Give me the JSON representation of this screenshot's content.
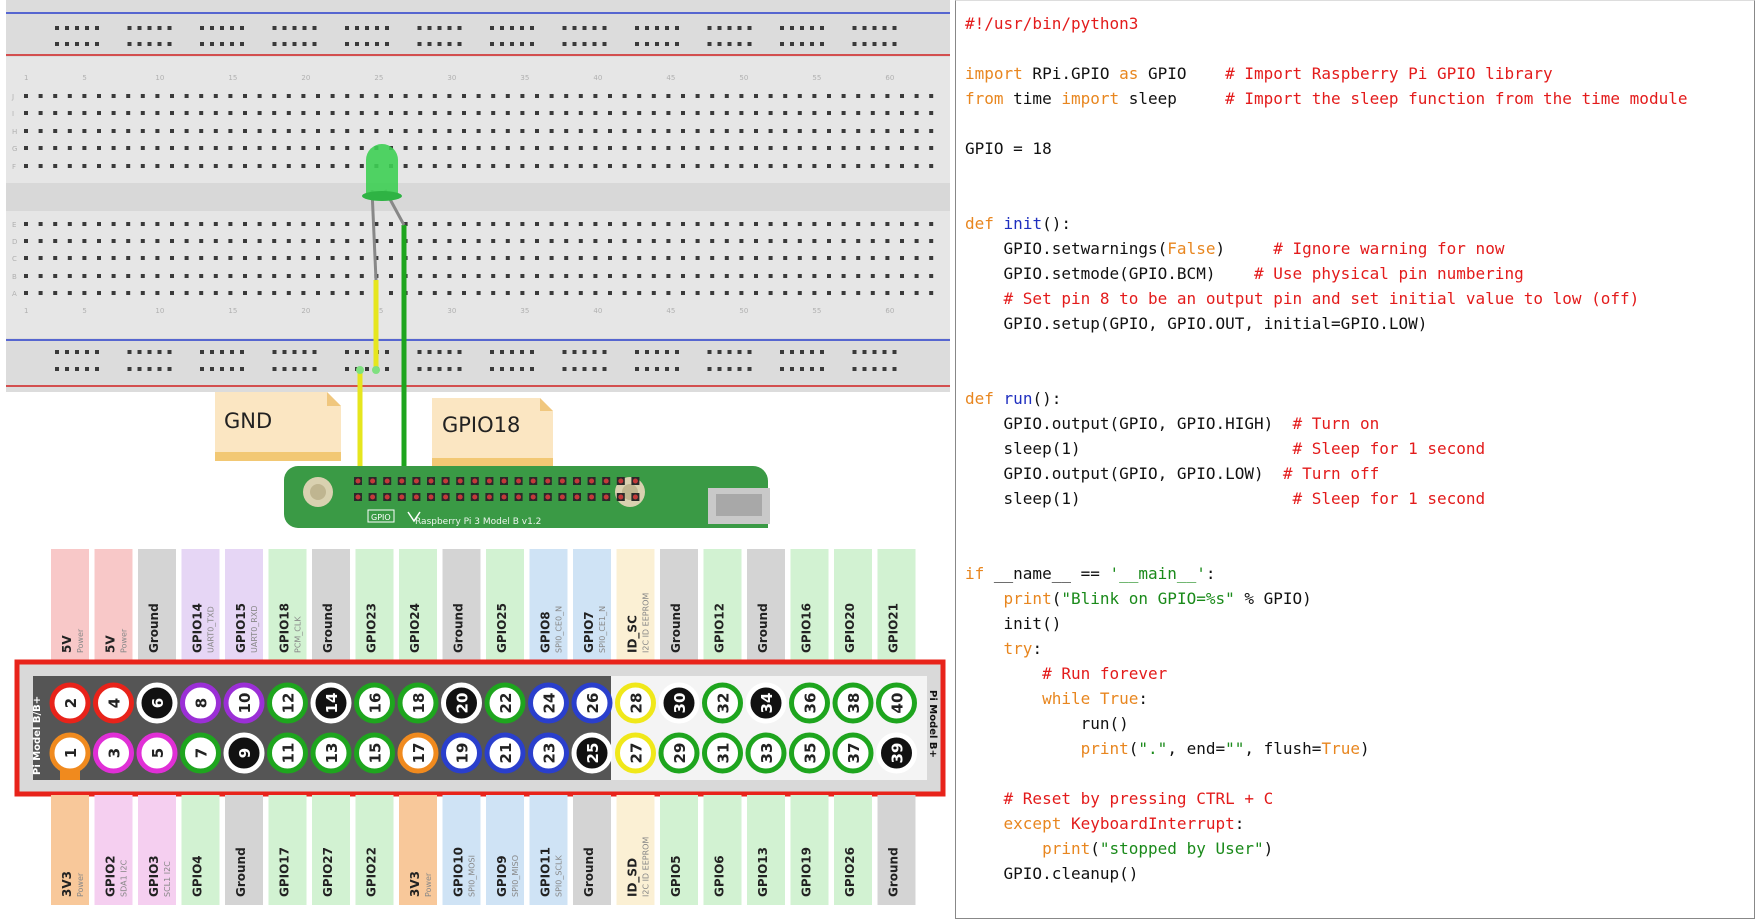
{
  "notes": {
    "gnd": "GND",
    "gpio18": "GPIO18"
  },
  "board": {
    "gpio_tag": "GPIO",
    "model": "Raspberry Pi 3 Model B v1.2"
  },
  "breadboard": {
    "column_numbers": [
      "1",
      "5",
      "10",
      "15",
      "20",
      "25",
      "30",
      "35",
      "40",
      "45",
      "50",
      "55",
      "60"
    ],
    "row_letters_top": [
      "J",
      "I",
      "H",
      "G",
      "F"
    ],
    "row_letters_bottom": [
      "E",
      "D",
      "C",
      "B",
      "A"
    ]
  },
  "header": {
    "left_label": "Pi Model B/B+",
    "right_label": "Pi Model B+",
    "top_row": [
      {
        "num": "2",
        "ring": "#e8231a",
        "fill": "#ffffff",
        "text": "#222"
      },
      {
        "num": "4",
        "ring": "#e8231a",
        "fill": "#ffffff",
        "text": "#222"
      },
      {
        "num": "6",
        "ring": "#ffffff",
        "fill": "#111111",
        "text": "#ffffff"
      },
      {
        "num": "8",
        "ring": "#9b2fd6",
        "fill": "#ffffff",
        "text": "#222"
      },
      {
        "num": "10",
        "ring": "#9b2fd6",
        "fill": "#ffffff",
        "text": "#222"
      },
      {
        "num": "12",
        "ring": "#1ea51e",
        "fill": "#ffffff",
        "text": "#222"
      },
      {
        "num": "14",
        "ring": "#ffffff",
        "fill": "#111111",
        "text": "#ffffff"
      },
      {
        "num": "16",
        "ring": "#1ea51e",
        "fill": "#ffffff",
        "text": "#222"
      },
      {
        "num": "18",
        "ring": "#1ea51e",
        "fill": "#ffffff",
        "text": "#222"
      },
      {
        "num": "20",
        "ring": "#ffffff",
        "fill": "#111111",
        "text": "#ffffff"
      },
      {
        "num": "22",
        "ring": "#1ea51e",
        "fill": "#ffffff",
        "text": "#222"
      },
      {
        "num": "24",
        "ring": "#2a3fcc",
        "fill": "#ffffff",
        "text": "#222"
      },
      {
        "num": "26",
        "ring": "#2a3fcc",
        "fill": "#ffffff",
        "text": "#222"
      },
      {
        "num": "28",
        "ring": "#f0e81a",
        "fill": "#ffffff",
        "text": "#222"
      },
      {
        "num": "30",
        "ring": "#ffffff",
        "fill": "#111111",
        "text": "#ffffff"
      },
      {
        "num": "32",
        "ring": "#1ea51e",
        "fill": "#ffffff",
        "text": "#222"
      },
      {
        "num": "34",
        "ring": "#ffffff",
        "fill": "#111111",
        "text": "#ffffff"
      },
      {
        "num": "36",
        "ring": "#1ea51e",
        "fill": "#ffffff",
        "text": "#222"
      },
      {
        "num": "38",
        "ring": "#1ea51e",
        "fill": "#ffffff",
        "text": "#222"
      },
      {
        "num": "40",
        "ring": "#1ea51e",
        "fill": "#ffffff",
        "text": "#222"
      }
    ],
    "bottom_row": [
      {
        "num": "1",
        "ring": "#f08a1e",
        "fill": "#ffffff",
        "text": "#222"
      },
      {
        "num": "3",
        "ring": "#e02fd6",
        "fill": "#ffffff",
        "text": "#222"
      },
      {
        "num": "5",
        "ring": "#e02fd6",
        "fill": "#ffffff",
        "text": "#222"
      },
      {
        "num": "7",
        "ring": "#1ea51e",
        "fill": "#ffffff",
        "text": "#222"
      },
      {
        "num": "9",
        "ring": "#ffffff",
        "fill": "#111111",
        "text": "#ffffff"
      },
      {
        "num": "11",
        "ring": "#1ea51e",
        "fill": "#ffffff",
        "text": "#222"
      },
      {
        "num": "13",
        "ring": "#1ea51e",
        "fill": "#ffffff",
        "text": "#222"
      },
      {
        "num": "15",
        "ring": "#1ea51e",
        "fill": "#ffffff",
        "text": "#222"
      },
      {
        "num": "17",
        "ring": "#f08a1e",
        "fill": "#ffffff",
        "text": "#222"
      },
      {
        "num": "19",
        "ring": "#2a3fcc",
        "fill": "#ffffff",
        "text": "#222"
      },
      {
        "num": "21",
        "ring": "#2a3fcc",
        "fill": "#ffffff",
        "text": "#222"
      },
      {
        "num": "23",
        "ring": "#2a3fcc",
        "fill": "#ffffff",
        "text": "#222"
      },
      {
        "num": "25",
        "ring": "#ffffff",
        "fill": "#111111",
        "text": "#ffffff"
      },
      {
        "num": "27",
        "ring": "#f0e81a",
        "fill": "#ffffff",
        "text": "#222"
      },
      {
        "num": "29",
        "ring": "#1ea51e",
        "fill": "#ffffff",
        "text": "#222"
      },
      {
        "num": "31",
        "ring": "#1ea51e",
        "fill": "#ffffff",
        "text": "#222"
      },
      {
        "num": "33",
        "ring": "#1ea51e",
        "fill": "#ffffff",
        "text": "#222"
      },
      {
        "num": "35",
        "ring": "#1ea51e",
        "fill": "#ffffff",
        "text": "#222"
      },
      {
        "num": "37",
        "ring": "#1ea51e",
        "fill": "#ffffff",
        "text": "#222"
      },
      {
        "num": "39",
        "ring": "#ffffff",
        "fill": "#111111",
        "text": "#ffffff"
      }
    ],
    "top_labels": [
      {
        "name": "5V",
        "sub": "Power",
        "bg": "#f8c8c8"
      },
      {
        "name": "5V",
        "sub": "Power",
        "bg": "#f8c8c8"
      },
      {
        "name": "Ground",
        "sub": "",
        "bg": "#d4d4d4"
      },
      {
        "name": "GPIO14",
        "sub": "UART0_TXD",
        "bg": "#e6d6f5"
      },
      {
        "name": "GPIO15",
        "sub": "UART0_RXD",
        "bg": "#e6d6f5"
      },
      {
        "name": "GPIO18",
        "sub": "PCM_CLK",
        "bg": "#d2f2d2"
      },
      {
        "name": "Ground",
        "sub": "",
        "bg": "#d4d4d4"
      },
      {
        "name": "GPIO23",
        "sub": "",
        "bg": "#d2f2d2"
      },
      {
        "name": "GPIO24",
        "sub": "",
        "bg": "#d2f2d2"
      },
      {
        "name": "Ground",
        "sub": "",
        "bg": "#d4d4d4"
      },
      {
        "name": "GPIO25",
        "sub": "",
        "bg": "#d2f2d2"
      },
      {
        "name": "GPIO8",
        "sub": "SPI0_CE0_N",
        "bg": "#cfe3f5"
      },
      {
        "name": "GPIO7",
        "sub": "SPI0_CE1_N",
        "bg": "#cfe3f5"
      },
      {
        "name": "ID_SC",
        "sub": "I2C ID EEPROM",
        "bg": "#fbf0d4"
      },
      {
        "name": "Ground",
        "sub": "",
        "bg": "#d4d4d4"
      },
      {
        "name": "GPIO12",
        "sub": "",
        "bg": "#d2f2d2"
      },
      {
        "name": "Ground",
        "sub": "",
        "bg": "#d4d4d4"
      },
      {
        "name": "GPIO16",
        "sub": "",
        "bg": "#d2f2d2"
      },
      {
        "name": "GPIO20",
        "sub": "",
        "bg": "#d2f2d2"
      },
      {
        "name": "GPIO21",
        "sub": "",
        "bg": "#d2f2d2"
      }
    ],
    "bottom_labels": [
      {
        "name": "3V3",
        "sub": "Power",
        "bg": "#f8c89a"
      },
      {
        "name": "GPIO2",
        "sub": "SDA1 I2C",
        "bg": "#f5cff0"
      },
      {
        "name": "GPIO3",
        "sub": "SCL1 I2C",
        "bg": "#f5cff0"
      },
      {
        "name": "GPIO4",
        "sub": "",
        "bg": "#d2f2d2"
      },
      {
        "name": "Ground",
        "sub": "",
        "bg": "#d4d4d4"
      },
      {
        "name": "GPIO17",
        "sub": "",
        "bg": "#d2f2d2"
      },
      {
        "name": "GPIO27",
        "sub": "",
        "bg": "#d2f2d2"
      },
      {
        "name": "GPIO22",
        "sub": "",
        "bg": "#d2f2d2"
      },
      {
        "name": "3V3",
        "sub": "Power",
        "bg": "#f8c89a"
      },
      {
        "name": "GPIO10",
        "sub": "SPI0_MOSI",
        "bg": "#cfe3f5"
      },
      {
        "name": "GPIO9",
        "sub": "SPI0_MISO",
        "bg": "#cfe3f5"
      },
      {
        "name": "GPIO11",
        "sub": "SPI0_SCLK",
        "bg": "#cfe3f5"
      },
      {
        "name": "Ground",
        "sub": "",
        "bg": "#d4d4d4"
      },
      {
        "name": "ID_SD",
        "sub": "I2C ID EEPROM",
        "bg": "#fbf0d4"
      },
      {
        "name": "GPIO5",
        "sub": "",
        "bg": "#d2f2d2"
      },
      {
        "name": "GPIO6",
        "sub": "",
        "bg": "#d2f2d2"
      },
      {
        "name": "GPIO13",
        "sub": "",
        "bg": "#d2f2d2"
      },
      {
        "name": "GPIO19",
        "sub": "",
        "bg": "#d2f2d2"
      },
      {
        "name": "GPIO26",
        "sub": "",
        "bg": "#d2f2d2"
      },
      {
        "name": "Ground",
        "sub": "",
        "bg": "#d4d4d4"
      }
    ]
  },
  "code": {
    "lines": [
      [
        [
          "#!/usr/bin/python3",
          "c"
        ]
      ],
      [],
      [
        [
          "import",
          "k"
        ],
        [
          " RPi.GPIO ",
          ""
        ],
        [
          "as",
          "k"
        ],
        [
          " GPIO    ",
          ""
        ],
        [
          "# Import Raspberry Pi GPIO library",
          "c"
        ]
      ],
      [
        [
          "from",
          "k"
        ],
        [
          " time ",
          ""
        ],
        [
          "import",
          "k"
        ],
        [
          " sleep     ",
          ""
        ],
        [
          "# Import the sleep function from the time module",
          "c"
        ]
      ],
      [],
      [
        [
          "GPIO = 18",
          ""
        ]
      ],
      [],
      [],
      [
        [
          "def",
          "k"
        ],
        [
          " ",
          ""
        ],
        [
          "init",
          "f"
        ],
        [
          "():",
          ""
        ]
      ],
      [
        [
          "    GPIO.setwarnings(",
          ""
        ],
        [
          "False",
          "k"
        ],
        [
          ")     ",
          ""
        ],
        [
          "# Ignore warning for now",
          "c"
        ]
      ],
      [
        [
          "    GPIO.setmode(GPIO.BCM)    ",
          ""
        ],
        [
          "# Use physical pin numbering",
          "c"
        ]
      ],
      [
        [
          "    ",
          ""
        ],
        [
          "# Set pin 8 to be an output pin and set initial value to low (off)",
          "c"
        ]
      ],
      [
        [
          "    GPIO.setup(GPIO, GPIO.OUT, initial=GPIO.LOW)",
          ""
        ]
      ],
      [],
      [],
      [
        [
          "def",
          "k"
        ],
        [
          " ",
          ""
        ],
        [
          "run",
          "f"
        ],
        [
          "():",
          ""
        ]
      ],
      [
        [
          "    GPIO.output(GPIO, GPIO.HIGH)  ",
          ""
        ],
        [
          "# Turn on",
          "c"
        ]
      ],
      [
        [
          "    sleep(1)                      ",
          ""
        ],
        [
          "# Sleep for 1 second",
          "c"
        ]
      ],
      [
        [
          "    GPIO.output(GPIO, GPIO.LOW)  ",
          ""
        ],
        [
          "# Turn off",
          "c"
        ]
      ],
      [
        [
          "    sleep(1)                      ",
          ""
        ],
        [
          "# Sleep for 1 second",
          "c"
        ]
      ],
      [],
      [],
      [
        [
          "if",
          "k"
        ],
        [
          " __name__ == ",
          ""
        ],
        [
          "'__main__'",
          "s"
        ],
        [
          ":",
          ""
        ]
      ],
      [
        [
          "    ",
          ""
        ],
        [
          "print",
          "k"
        ],
        [
          "(",
          ""
        ],
        [
          "\"Blink on GPIO=%s\"",
          "s"
        ],
        [
          " % GPIO)",
          ""
        ]
      ],
      [
        [
          "    init()",
          ""
        ]
      ],
      [
        [
          "    ",
          ""
        ],
        [
          "try",
          "k"
        ],
        [
          ":",
          ""
        ]
      ],
      [
        [
          "        ",
          ""
        ],
        [
          "# Run forever",
          "c"
        ]
      ],
      [
        [
          "        ",
          ""
        ],
        [
          "while",
          "k"
        ],
        [
          " ",
          ""
        ],
        [
          "True",
          "k"
        ],
        [
          ":",
          ""
        ]
      ],
      [
        [
          "            run()",
          ""
        ]
      ],
      [
        [
          "            ",
          ""
        ],
        [
          "print",
          "k"
        ],
        [
          "(",
          ""
        ],
        [
          "\".\"",
          "s"
        ],
        [
          ", end=",
          ""
        ],
        [
          "\"\"",
          "s"
        ],
        [
          ", flush=",
          ""
        ],
        [
          "True",
          "k"
        ],
        [
          ")",
          ""
        ]
      ],
      [],
      [
        [
          "    ",
          ""
        ],
        [
          "# Reset by pressing CTRL + C",
          "c"
        ]
      ],
      [
        [
          "    ",
          ""
        ],
        [
          "except",
          "k"
        ],
        [
          " ",
          ""
        ],
        [
          "KeyboardInterrupt",
          "c"
        ],
        [
          ":",
          ""
        ]
      ],
      [
        [
          "        ",
          ""
        ],
        [
          "print",
          "k"
        ],
        [
          "(",
          ""
        ],
        [
          "\"stopped by User\"",
          "s"
        ],
        [
          ")",
          ""
        ]
      ],
      [
        [
          "    GPIO.cleanup()",
          ""
        ]
      ]
    ]
  }
}
